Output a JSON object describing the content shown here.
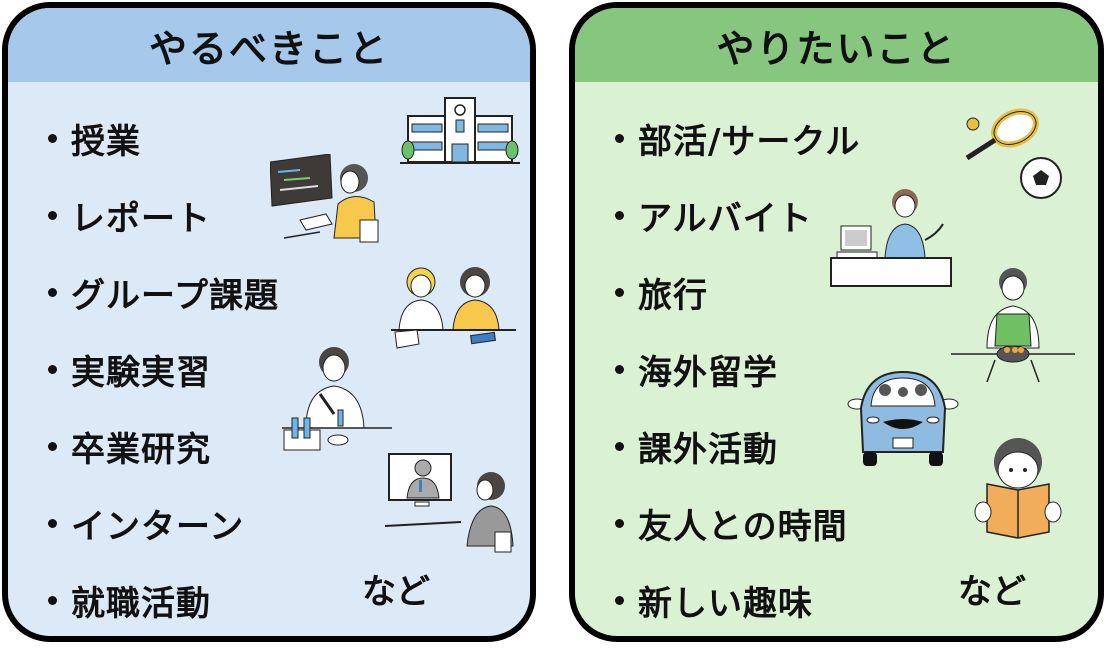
{
  "colors": {
    "left_header": "#a6c8ea",
    "left_body": "#dce9f7",
    "right_header": "#87c67f",
    "right_body": "#daf2d3",
    "border": "#000000"
  },
  "left_panel": {
    "title": "やるべきこと",
    "items": [
      {
        "label": "授業",
        "icon": "school-building-icon"
      },
      {
        "label": "レポート",
        "icon": "student-at-computer-icon"
      },
      {
        "label": "グループ課題",
        "icon": "group-discussion-icon"
      },
      {
        "label": "実験実習",
        "icon": "lab-researcher-icon"
      },
      {
        "label": "卒業研究",
        "icon": "test-tubes-icon"
      },
      {
        "label": "インターン",
        "icon": "online-interview-icon"
      },
      {
        "label": "就職活動",
        "icon": ""
      }
    ],
    "etc": "など"
  },
  "right_panel": {
    "title": "やりたいこと",
    "items": [
      {
        "label": "部活/サークル",
        "icon": "tennis-racket-soccer-ball-icon"
      },
      {
        "label": "アルバイト",
        "icon": "cashier-clerk-icon"
      },
      {
        "label": "旅行",
        "icon": ""
      },
      {
        "label": "海外留学",
        "icon": "cooking-person-icon"
      },
      {
        "label": "課外活動",
        "icon": "car-with-friends-icon"
      },
      {
        "label": "友人との時間",
        "icon": "reading-book-icon"
      },
      {
        "label": "新しい趣味",
        "icon": ""
      }
    ],
    "etc": "など"
  }
}
